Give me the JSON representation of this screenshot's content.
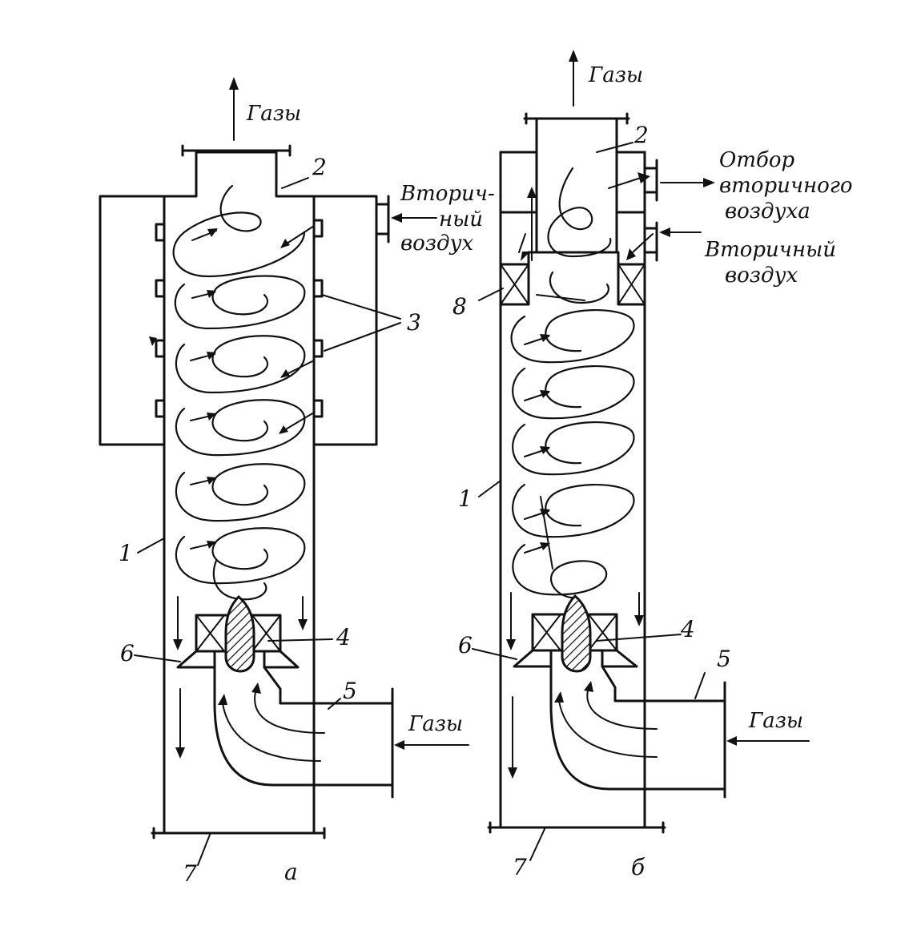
{
  "figure_a": {
    "gases_out_label": "Газы",
    "secondary_air_label_line1": "Вторич-",
    "secondary_air_label_line2": "ный",
    "secondary_air_label_line3": "воздух",
    "gases_in_label": "Газы",
    "callouts": [
      "1",
      "2",
      "3",
      "4",
      "5",
      "6",
      "7"
    ],
    "caption": "а"
  },
  "figure_b": {
    "gases_out_label": "Газы",
    "extraction_label_line1": "Отбор",
    "extraction_label_line2": "вторичного",
    "extraction_label_line3": "воздуха",
    "secondary_air_label_line1": "Вторичный",
    "secondary_air_label_line2": "воздух",
    "gases_in_label": "Газы",
    "callouts": [
      "1",
      "2",
      "4",
      "5",
      "6",
      "7",
      "8"
    ],
    "caption": "б"
  }
}
